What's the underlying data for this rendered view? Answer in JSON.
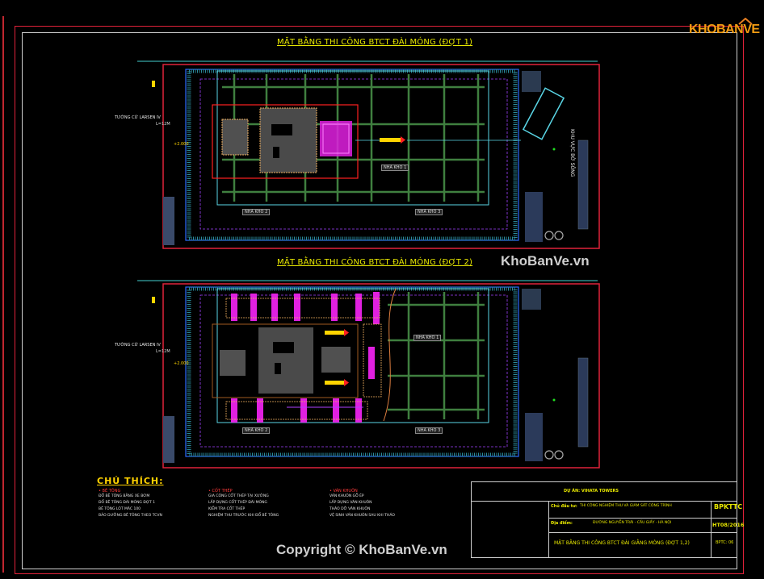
{
  "logo": {
    "text": "KHOBANVE"
  },
  "plan1": {
    "title": "MẶT BẰNG THI CÔNG BTCT ĐÀI MÓNG (ĐỢT 1)",
    "wall_label": "TƯỜNG CỪ LARSEN IV",
    "wall_sub": "L=12M",
    "side_label": "KHU VỰC BỜ SÔNG",
    "tag_a": "NHÀ KHO 1",
    "tag_b": "NHÀ KHO 2",
    "tag_c": "NHÀ KHO 3",
    "elev": "+2.000"
  },
  "plan2": {
    "title": "MẶT BẰNG THI CÔNG BTCT ĐÀI MÓNG (ĐỢT 2)",
    "wall_label": "TƯỜNG CỪ LARSEN IV",
    "wall_sub": "L=12M",
    "tag_a": "NHÀ KHO 1",
    "tag_b": "NHÀ KHO 2",
    "tag_c": "NHÀ KHO 3",
    "elev": "+2.000"
  },
  "watermark": {
    "mid": "KhoBanVe.vn",
    "bottom": "Copyright © KhoBanVe.vn"
  },
  "legend": {
    "heading": "CHÚ THÍCH:",
    "col1": {
      "cat": "• BÊ TÔNG",
      "lines": [
        "ĐỔ BÊ TÔNG BẰNG XE BƠM",
        "ĐỔ BÊ TÔNG ĐÀI MÓNG ĐỢT 1",
        "BÊ TÔNG LÓT MÁC 100",
        "BẢO DƯỠNG BÊ TÔNG THEO TCVN"
      ]
    },
    "col2": {
      "cat": "• CỐT THÉP",
      "lines": [
        "GIA CÔNG CỐT THÉP TẠI XƯỞNG",
        "LẮP DỰNG CỐT THÉP ĐÀI MÓNG",
        "KIỂM TRA CỐT THÉP",
        "NGHIỆM THU TRƯỚC KHI ĐỔ BÊ TÔNG"
      ]
    },
    "col3": {
      "cat": "• VÁN KHUÔN",
      "lines": [
        "VÁN KHUÔN GỖ ÉP",
        "LẮP DỰNG VÁN KHUÔN",
        "THÁO DỠ VÁN KHUÔN",
        "VỆ SINH VÁN KHUÔN SAU KHI THÁO"
      ]
    }
  },
  "title_block": {
    "project_label": "DỰ ÁN: VIHATA TOWERS",
    "row1_label": "Chủ đầu tư:",
    "row1_text": "THI CÔNG NGHIỆM THU VÀ GIÁM SÁT CÔNG TRÌNH",
    "row2_label": "Địa điểm:",
    "row2_text": "ĐƯỜNG NGUYỄN TRÃI - CẦU GIẤY - HÀ NỘI",
    "sheet_title": "MẶT BẰNG THI CÔNG BTCT ĐÀI GIẰNG MÓNG (ĐỢT 1,2)",
    "code1": "BPKTTC",
    "code2": "HT08/2016",
    "sheet_no": "BPTC: 06"
  }
}
